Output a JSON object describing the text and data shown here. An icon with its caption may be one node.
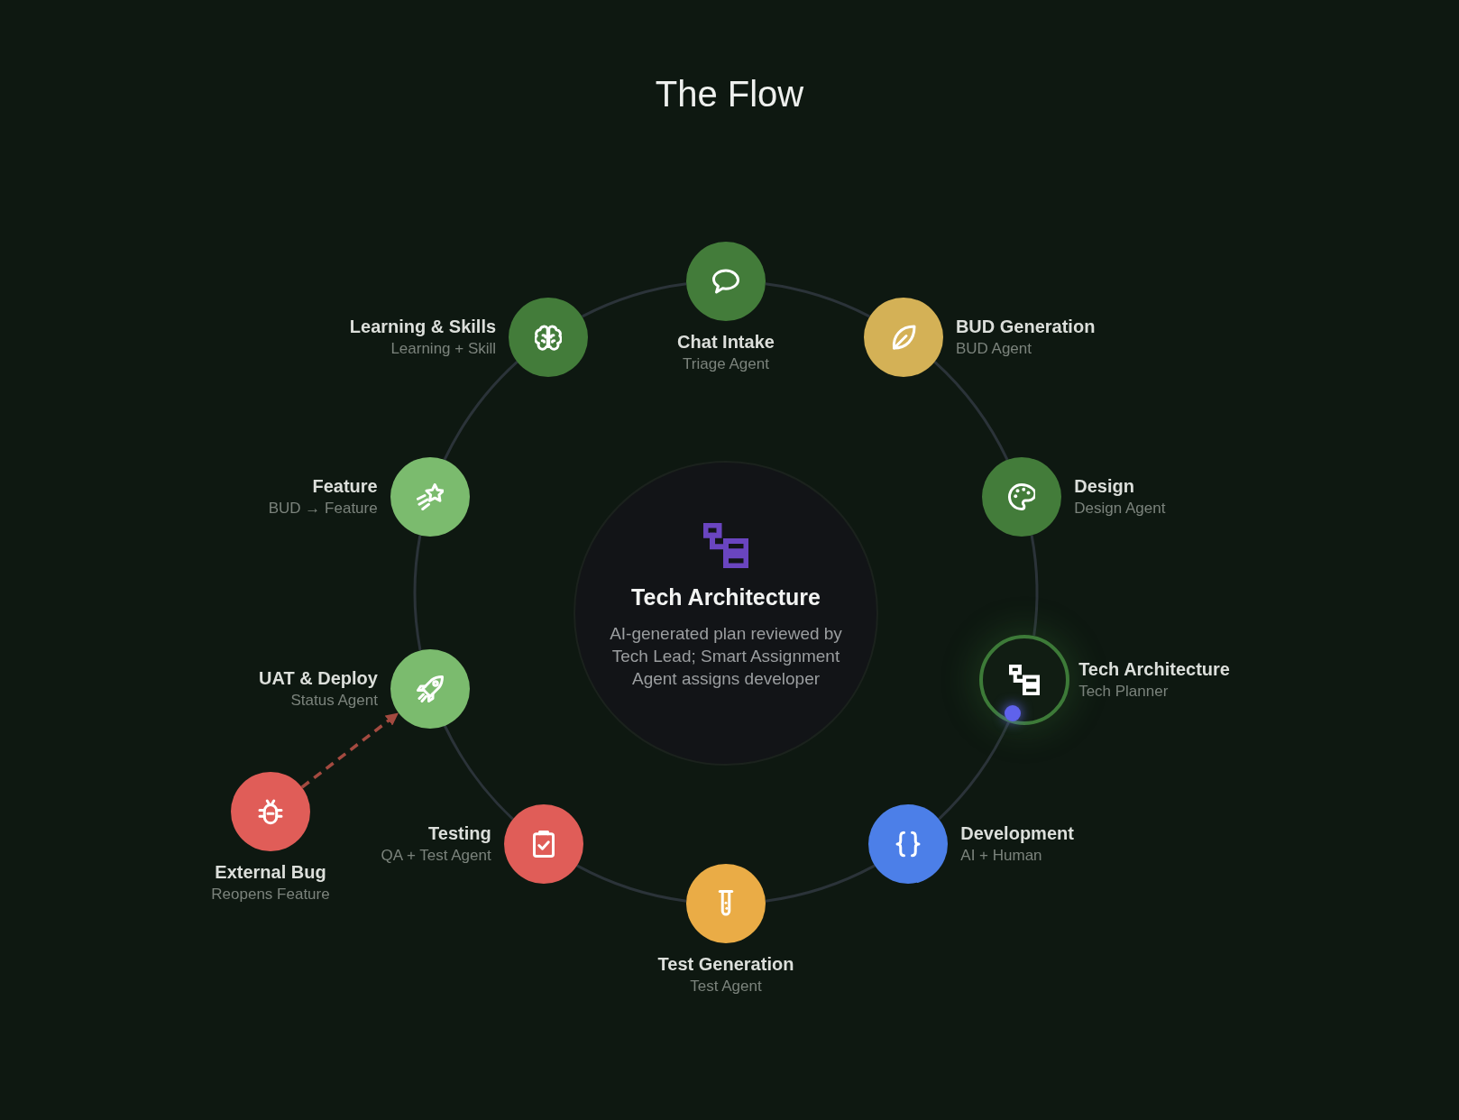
{
  "diagram": {
    "title": "The Flow",
    "nodes": [
      {
        "text": [
          "Chat Intake",
          "Triage Agent"
        ]
      },
      {
        "text": [
          "BUD Generation",
          "BUD Agent"
        ]
      },
      {
        "text": [
          "Design",
          "Design Agent"
        ]
      },
      {
        "text": [
          "Tech Architecture",
          "Tech Planner"
        ]
      },
      {
        "text": [
          "Development",
          "AI + Human"
        ]
      },
      {
        "text": [
          "Test Generation",
          "Test Agent"
        ]
      },
      {
        "text": [
          "Testing",
          "QA + Test Agent"
        ]
      },
      {
        "text": [
          "UAT & Deploy",
          "Status Agent"
        ]
      },
      {
        "text": [
          "Feature",
          "BUD → Feature"
        ]
      },
      {
        "text": [
          "Learning & Skills",
          "Learning + Skill"
        ]
      },
      {
        "text": [
          "Tech Architecture",
          "AI-generated plan reviewed by Tech Lead; Smart Assignment Agent assigns developer"
        ]
      },
      {
        "text": [
          "External Bug",
          "Reopens Feature"
        ]
      }
    ],
    "edges": [
      {
        "from": 0,
        "to": 1,
        "arrow": "none"
      },
      {
        "from": 1,
        "to": 2,
        "arrow": "none"
      },
      {
        "from": 2,
        "to": 3,
        "arrow": "none"
      },
      {
        "from": 3,
        "to": 4,
        "arrow": "none"
      },
      {
        "from": 4,
        "to": 5,
        "arrow": "none"
      },
      {
        "from": 5,
        "to": 6,
        "arrow": "none"
      },
      {
        "from": 6,
        "to": 7,
        "arrow": "none"
      },
      {
        "from": 7,
        "to": 8,
        "arrow": "none"
      },
      {
        "from": 8,
        "to": 9,
        "arrow": "none"
      },
      {
        "from": 9,
        "to": 0,
        "arrow": "none"
      },
      {
        "from": 11,
        "to": 7,
        "arrow": "to",
        "style": "dashed",
        "color": "#a34a40"
      }
    ]
  }
}
